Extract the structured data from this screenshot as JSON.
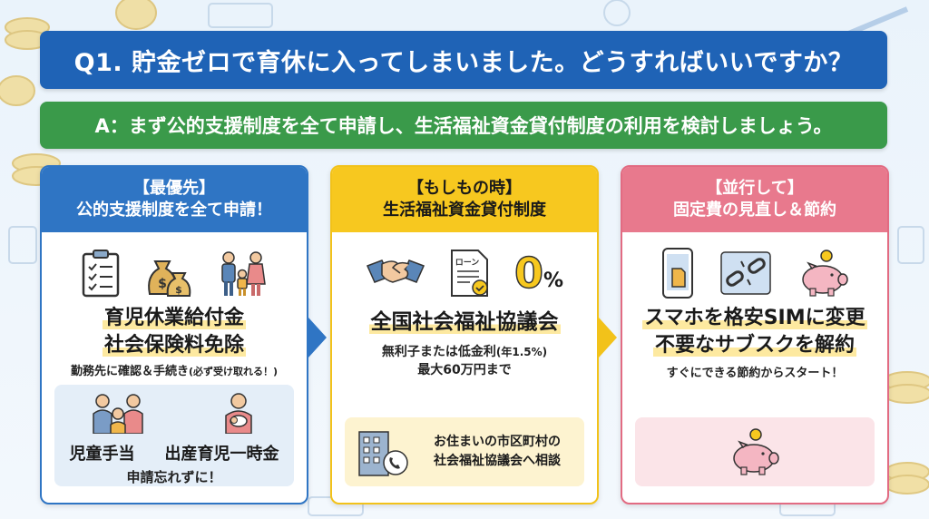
{
  "question": "Q1. 貯金ゼロで育休に入ってしまいました。どうすればいいですか？",
  "answer": "A：まず公的支援制度を全て申請し、生活福祉資金貸付制度の利用を検討しましょう。",
  "colors": {
    "blue": "#1f63b6",
    "green": "#3a9a4a",
    "yellow": "#f7c81f",
    "pink": "#e8798d"
  },
  "cards": [
    {
      "tag": "【最優先】",
      "title": "公的支援制度を全て申請！",
      "icons": [
        "clipboard-checklist-icon",
        "money-bags-icon",
        "family-icon"
      ],
      "big_lines": [
        "育児休業給付金",
        "社会保険料免除"
      ],
      "note_main": "勤務先に確認＆手続き",
      "note_paren": "(必ず受け取れる！)",
      "sub_icons": [
        "family-group-icon",
        "mother-baby-icon"
      ],
      "sub_items": [
        "児童手当",
        "出産育児一時金"
      ],
      "sub_note": "申請忘れずに！"
    },
    {
      "tag": "【もしもの時】",
      "title": "生活福祉資金貸付制度",
      "icons": [
        "handshake-icon",
        "loan-document-icon",
        "zero-percent-icon"
      ],
      "doc_label": "ローン",
      "zero_label": "0",
      "percent_label": "%",
      "big_lines": [
        "全国社会福祉協議会"
      ],
      "note_line1_main": "無利子または低金利",
      "note_line1_paren": "(年1.5%)",
      "note_line2": "最大60万円まで",
      "sub_icons": [
        "office-building-phone-icon"
      ],
      "sub_lines": [
        "お住まいの市区町村の",
        "社会福祉協議会へ相談"
      ]
    },
    {
      "tag": "【並行して】",
      "title": "固定費の見直し＆節約",
      "icons": [
        "smartphone-sim-icon",
        "broken-chain-icon",
        "piggy-bank-icon"
      ],
      "big_lines": [
        "スマホを格安SIMに変更",
        "不要なサブスクを解約"
      ],
      "note": "すぐにできる節約からスタート！",
      "sub_icons": [
        "piggy-bank-coin-icon"
      ]
    }
  ]
}
